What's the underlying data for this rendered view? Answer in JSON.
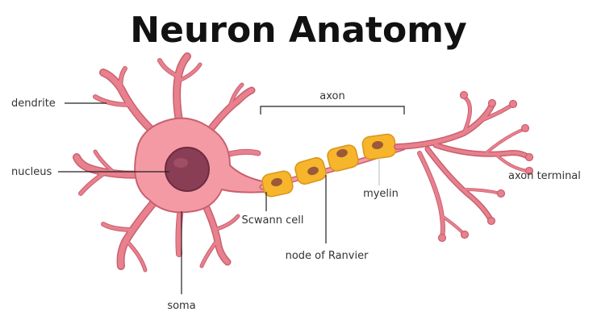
{
  "title": "Neuron Anatomy",
  "labels": {
    "dendrite": "dendrite",
    "nucleus": "nucleus",
    "axon": "axon",
    "schwann_cell": "Scwann cell",
    "myelin": "myelin",
    "axon_terminal": "axon terminal",
    "node_of_ranvier": "node of Ranvier",
    "soma": "soma"
  },
  "colors": {
    "cell_body": "#f49aa4",
    "cell_outline": "#c9606f",
    "nucleus": "#8a3e55",
    "myelin": "#f7b52c",
    "myelin_nucleus": "#9a5a3a"
  }
}
